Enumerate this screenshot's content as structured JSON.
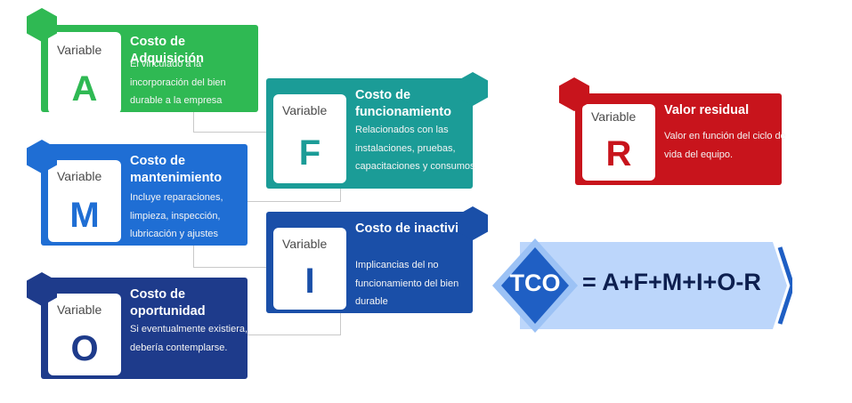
{
  "variable_label": "Variable",
  "colors": {
    "a": "#2fb953",
    "f": "#1b9c97",
    "m": "#1f6ed4",
    "i": "#1a4fa8",
    "o": "#1e3b8b",
    "r": "#c8141c",
    "tco_band": "#bcd6fb",
    "tco_diamond": "#1f5fc4"
  },
  "cards": {
    "a": {
      "letter": "A",
      "title": "Costo de Adquisición",
      "desc": "El vinculado a la incorporación del bien durable a la empresa"
    },
    "f": {
      "letter": "F",
      "title": "Costo de funcionamiento",
      "desc": "Relacionados con las instalaciones, pruebas, capacitaciones y consumos"
    },
    "m": {
      "letter": "M",
      "title": "Costo de mantenimiento",
      "desc": "Incluye reparaciones, limpieza, inspección, lubricación y ajustes"
    },
    "i": {
      "letter": "I",
      "title": "Costo de inactividad",
      "desc": "Implicancias del no funcionamiento del bien durable"
    },
    "o": {
      "letter": "O",
      "title": "Costo de oportunidad",
      "desc": "Si eventualmente existiera, debería contemplarse."
    },
    "r": {
      "letter": "R",
      "title": "Valor residual",
      "desc": "Valor en función del ciclo de vida del equipo."
    }
  },
  "tco": {
    "label": "TCO",
    "formula": "= A+F+M+I+O-R"
  }
}
